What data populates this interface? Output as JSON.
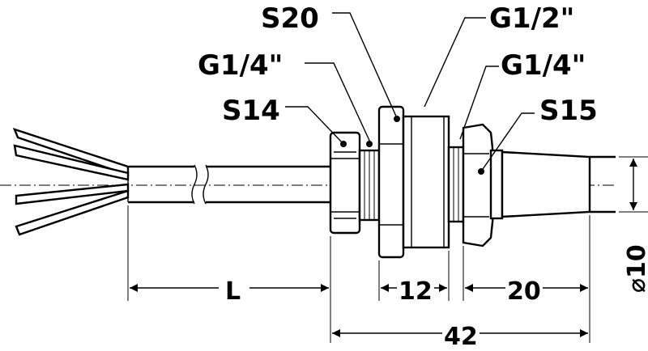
{
  "labels": {
    "s20": "S20",
    "g12": "G1/2\"",
    "g14_left": "G1/4\"",
    "g14_right": "G1/4\"",
    "s14": "S14",
    "s15": "S15"
  },
  "dimensions": {
    "length": "L",
    "d12": "12",
    "d20": "20",
    "d42": "42",
    "diameter": "⌀10"
  }
}
